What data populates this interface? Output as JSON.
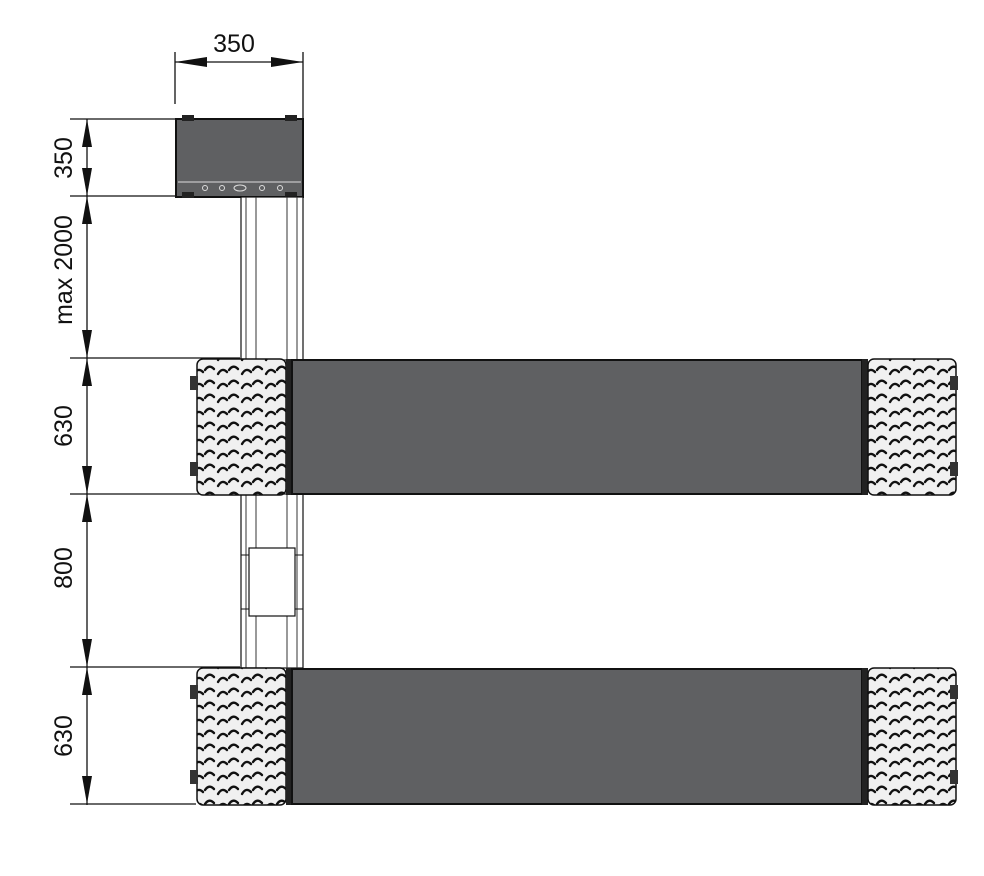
{
  "diagram": {
    "dimensions": {
      "top_width": "350",
      "top_height": "350",
      "column_span": "max 2000",
      "platform_upper": "630",
      "gap": "800",
      "platform_lower": "630"
    },
    "colors": {
      "platform_fill": "#5f6062",
      "tread_fill": "#f0f0f0",
      "column_fill": "#ffffff",
      "line": "#111111"
    }
  }
}
